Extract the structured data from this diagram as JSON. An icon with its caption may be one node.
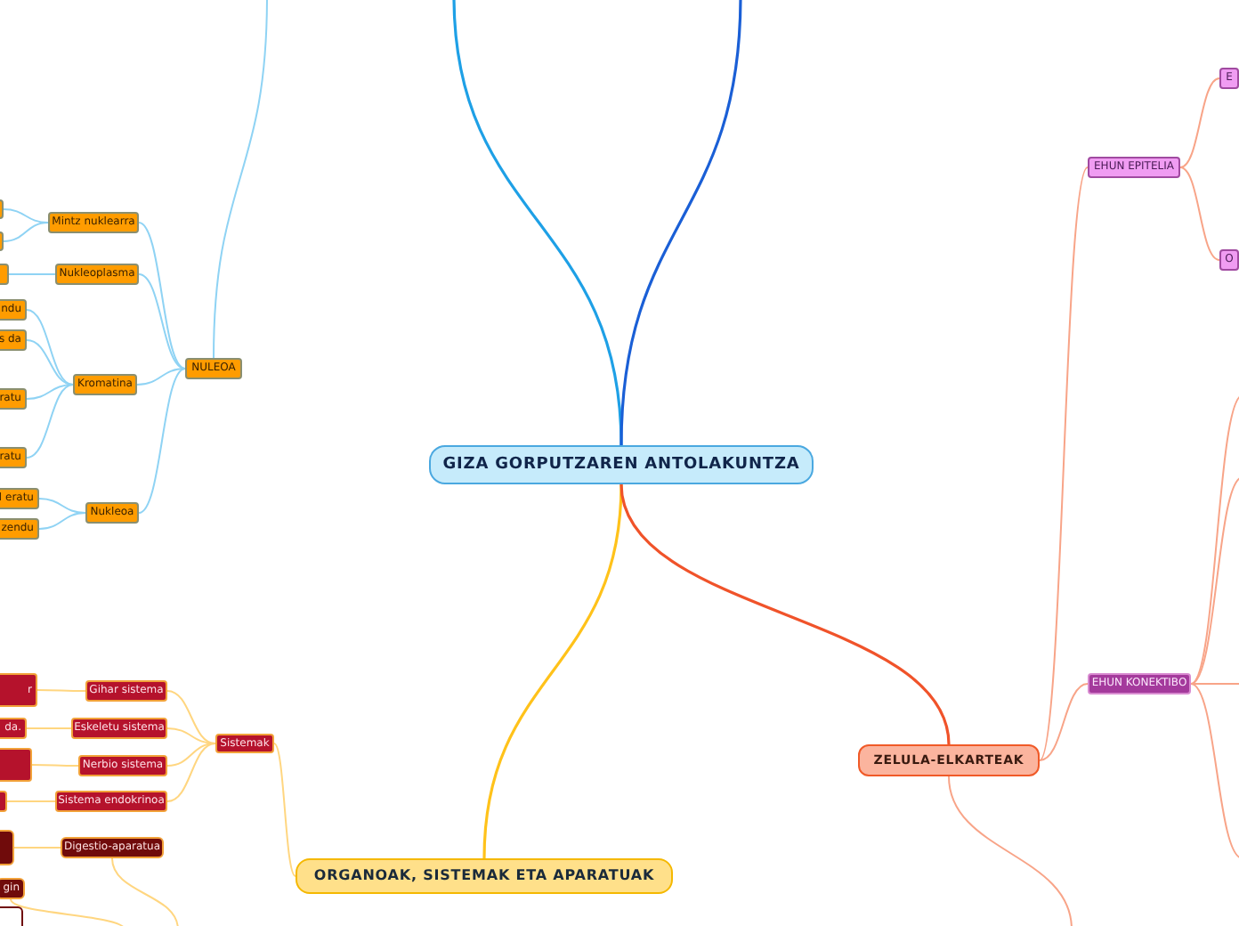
{
  "diagram": {
    "nodes": [
      {
        "text": [
          "GIZA GORPUTZAREN ANTOLAKUNTZA"
        ]
      },
      {
        "text": [
          "NULEOA"
        ]
      },
      {
        "text": [
          "Mintz nuklearra"
        ]
      },
      {
        "text": [
          "Nukleoplasma"
        ]
      },
      {
        "text": [
          "Kromatina"
        ]
      },
      {
        "text": [
          "Nukleoa"
        ]
      },
      {
        "text": [],
        "shape": "box"
      },
      {
        "text": [],
        "shape": "box"
      },
      {
        "text": [],
        "shape": "box"
      },
      {
        "text": [
          "ndu"
        ]
      },
      {
        "text": [
          "s da"
        ]
      },
      {
        "text": [
          "ratu"
        ]
      },
      {
        "text": [
          "ratu"
        ]
      },
      {
        "text": [
          "l eratu"
        ]
      },
      {
        "text": [
          "zendu"
        ]
      },
      {
        "text": [
          "ORGANOAK, SISTEMAK ETA APARATUAK"
        ]
      },
      {
        "text": [
          "Sistemak"
        ]
      },
      {
        "text": [
          "Gihar sistema"
        ]
      },
      {
        "text": [
          "Eskeletu sistema"
        ]
      },
      {
        "text": [
          "Nerbio sistema"
        ]
      },
      {
        "text": [
          "Sistema endokrinoa"
        ]
      },
      {
        "text": [
          "r"
        ]
      },
      {
        "text": [
          "da."
        ]
      },
      {
        "text": [],
        "shape": "box"
      },
      {
        "text": [],
        "shape": "box"
      },
      {
        "text": [
          "Digestio-aparatua"
        ]
      },
      {
        "text": [],
        "shape": "box"
      },
      {
        "text": [
          "gin"
        ]
      },
      {
        "text": [],
        "shape": "box"
      },
      {
        "text": [
          "ZELULA-ELKARTEAK"
        ]
      },
      {
        "text": [
          "EHUN EPITELIA"
        ]
      },
      {
        "text": [
          "E"
        ]
      },
      {
        "text": [
          "O"
        ]
      },
      {
        "text": [
          "EHUN KONEKTIBO"
        ]
      }
    ],
    "edges": [
      {
        "from": 0,
        "to": null,
        "arrow": "none",
        "color": "#1ea0e6"
      },
      {
        "from": 0,
        "to": null,
        "arrow": "none",
        "color": "#1a5fd6"
      },
      {
        "from": null,
        "to": 1,
        "arrow": "none",
        "color": "#8fd3f4"
      },
      {
        "from": 1,
        "to": 2,
        "arrow": "none",
        "color": "#8fd3f4"
      },
      {
        "from": 1,
        "to": 3,
        "arrow": "none",
        "color": "#8fd3f4"
      },
      {
        "from": 1,
        "to": 4,
        "arrow": "none",
        "color": "#8fd3f4"
      },
      {
        "from": 1,
        "to": 5,
        "arrow": "none",
        "color": "#8fd3f4"
      },
      {
        "from": 2,
        "to": 6,
        "arrow": "none",
        "color": "#8fd3f4"
      },
      {
        "from": 2,
        "to": 7,
        "arrow": "none",
        "color": "#8fd3f4"
      },
      {
        "from": 3,
        "to": 8,
        "arrow": "none",
        "color": "#8fd3f4"
      },
      {
        "from": 4,
        "to": 9,
        "arrow": "none",
        "color": "#8fd3f4"
      },
      {
        "from": 4,
        "to": 10,
        "arrow": "none",
        "color": "#8fd3f4"
      },
      {
        "from": 4,
        "to": 11,
        "arrow": "none",
        "color": "#8fd3f4"
      },
      {
        "from": 4,
        "to": 12,
        "arrow": "none",
        "color": "#8fd3f4"
      },
      {
        "from": 5,
        "to": 13,
        "arrow": "none",
        "color": "#8fd3f4"
      },
      {
        "from": 5,
        "to": 14,
        "arrow": "none",
        "color": "#8fd3f4"
      },
      {
        "from": 0,
        "to": 15,
        "arrow": "none",
        "color": "#ffc21a"
      },
      {
        "from": 15,
        "to": 16,
        "arrow": "none",
        "color": "#ffd680"
      },
      {
        "from": 16,
        "to": 17,
        "arrow": "none",
        "color": "#ffd680"
      },
      {
        "from": 16,
        "to": 18,
        "arrow": "none",
        "color": "#ffd680"
      },
      {
        "from": 16,
        "to": 19,
        "arrow": "none",
        "color": "#ffd680"
      },
      {
        "from": 16,
        "to": 20,
        "arrow": "none",
        "color": "#ffd680"
      },
      {
        "from": 17,
        "to": 21,
        "arrow": "none",
        "color": "#ffd680"
      },
      {
        "from": 18,
        "to": 22,
        "arrow": "none",
        "color": "#ffd680"
      },
      {
        "from": 19,
        "to": 23,
        "arrow": "none",
        "color": "#ffd680"
      },
      {
        "from": 20,
        "to": 24,
        "arrow": "none",
        "color": "#ffd680"
      },
      {
        "from": null,
        "to": 25,
        "arrow": "none",
        "color": "#ffd680"
      },
      {
        "from": 25,
        "to": 26,
        "arrow": "none",
        "color": "#ffd680"
      },
      {
        "from": null,
        "to": 27,
        "arrow": "none",
        "color": "#ffd680"
      },
      {
        "from": 0,
        "to": 29,
        "arrow": "none",
        "color": "#f0532a"
      },
      {
        "from": 29,
        "to": 30,
        "arrow": "none",
        "color": "#f8a488"
      },
      {
        "from": 29,
        "to": 33,
        "arrow": "none",
        "color": "#f8a488"
      },
      {
        "from": 29,
        "to": null,
        "arrow": "none",
        "color": "#f8a488"
      },
      {
        "from": 30,
        "to": 31,
        "arrow": "none",
        "color": "#f8a488"
      },
      {
        "from": 30,
        "to": 32,
        "arrow": "none",
        "color": "#f8a488"
      },
      {
        "from": 33,
        "to": null,
        "arrow": "none",
        "color": "#f8a488"
      },
      {
        "from": 33,
        "to": null,
        "arrow": "none",
        "color": "#f8a488"
      },
      {
        "from": 33,
        "to": null,
        "arrow": "none",
        "color": "#f8a488"
      },
      {
        "from": 33,
        "to": null,
        "arrow": "none",
        "color": "#f8a488"
      }
    ]
  }
}
